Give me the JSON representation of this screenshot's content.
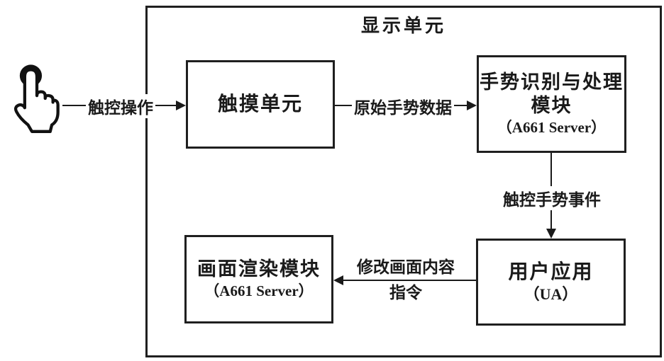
{
  "diagram": {
    "title": "显示单元",
    "nodes": {
      "touch_unit": {
        "label": "触摸单元"
      },
      "gesture_module": {
        "line1": "手势识别与处理",
        "line2": "模块",
        "sub": "（A661 Server）"
      },
      "user_app": {
        "label": "用户应用",
        "sub": "（UA）"
      },
      "render_module": {
        "label": "画面渲染模块",
        "sub": "（A661 Server）"
      }
    },
    "edges": {
      "touch_operation": {
        "label": "触控操作"
      },
      "raw_gesture_data": {
        "label": "原始手势数据"
      },
      "touch_gesture_event": {
        "label": "触控手势事件"
      },
      "modify_screen": {
        "label_line1": "修改画面内容",
        "label_line2": "指令"
      }
    },
    "icons": {
      "tap": "tap-gesture-icon"
    },
    "colors": {
      "line": "#1a1a1a",
      "border": "#1f1f1f",
      "background": "#ffffff",
      "text": "#1a1a1a"
    }
  }
}
